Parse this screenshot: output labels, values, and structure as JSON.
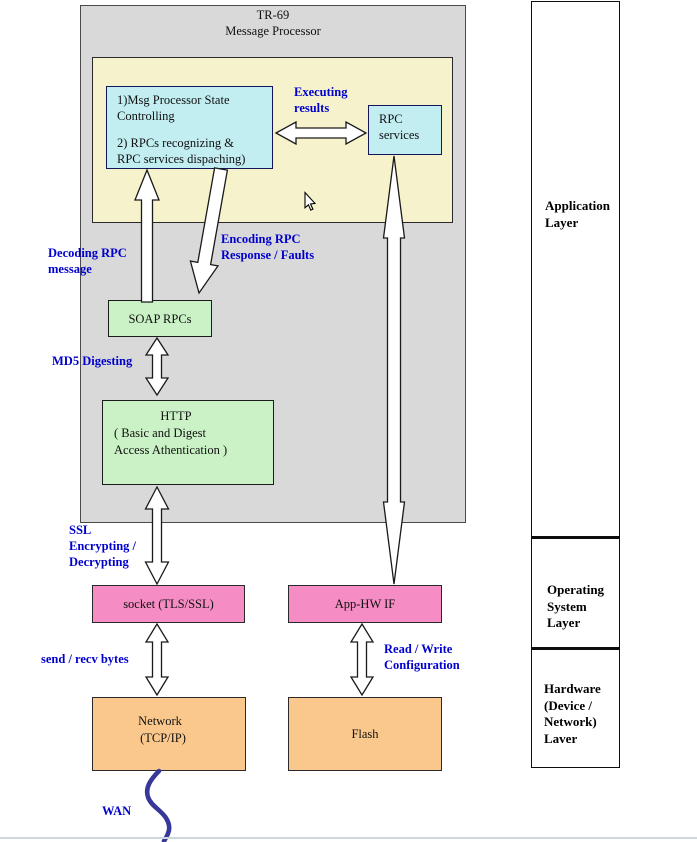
{
  "colors": {
    "accent_blue_label": "#0000CD",
    "processor_fill": "#D9D9D9",
    "inner_panel_fill": "#F6F3CC",
    "cyan_box_fill": "#C2EEF2",
    "green_box_fill": "#CAF2C6",
    "pink_box_fill": "#F58CC3",
    "orange_box_fill": "#FAC88C",
    "wan_curve": "#38389A"
  },
  "processor": {
    "title_line1": "TR-69",
    "title_line2": "Message Processor"
  },
  "boxes": {
    "msg_state": {
      "line1": "1)Msg Processor State",
      "line2": "Controlling",
      "line3": "2) RPCs recognizing &",
      "line4": "RPC services dispaching)"
    },
    "rpc_services": {
      "line1": "RPC",
      "line2": "services"
    },
    "soap_rpcs": {
      "label": "SOAP RPCs"
    },
    "http": {
      "line1": "HTTP",
      "line2": "( Basic and Digest",
      "line3": "Access Athentication )"
    },
    "socket": {
      "label": "socket (TLS/SSL)"
    },
    "app_hw_if": {
      "label": "App-HW IF"
    },
    "network": {
      "line1": "Network",
      "line2": "(TCP/IP)"
    },
    "flash": {
      "label": "Flash"
    }
  },
  "flow_labels": {
    "executing": {
      "line1": "Executing",
      "line2": "results"
    },
    "decoding": {
      "line1": "Decoding RPC",
      "line2": "message"
    },
    "encoding": {
      "line1": "Encoding RPC",
      "line2": "Response / Faults"
    },
    "md5": "MD5 Digesting",
    "ssl": {
      "line1": "SSL",
      "line2": "Encrypting /",
      "line3": "Decrypting"
    },
    "send_recv": "send / recv bytes",
    "read_write": {
      "line1": "Read / Write",
      "line2": "Configuration"
    },
    "wan": "WAN"
  },
  "layers": {
    "application": {
      "line1": "Application",
      "line2": "Layer"
    },
    "operating_system": {
      "line1": "Operating",
      "line2": "System",
      "line3": "Layer"
    },
    "hardware": {
      "line1": "Hardware",
      "line2": "(Device /",
      "line3": "Network)",
      "line4": "Laver"
    }
  }
}
